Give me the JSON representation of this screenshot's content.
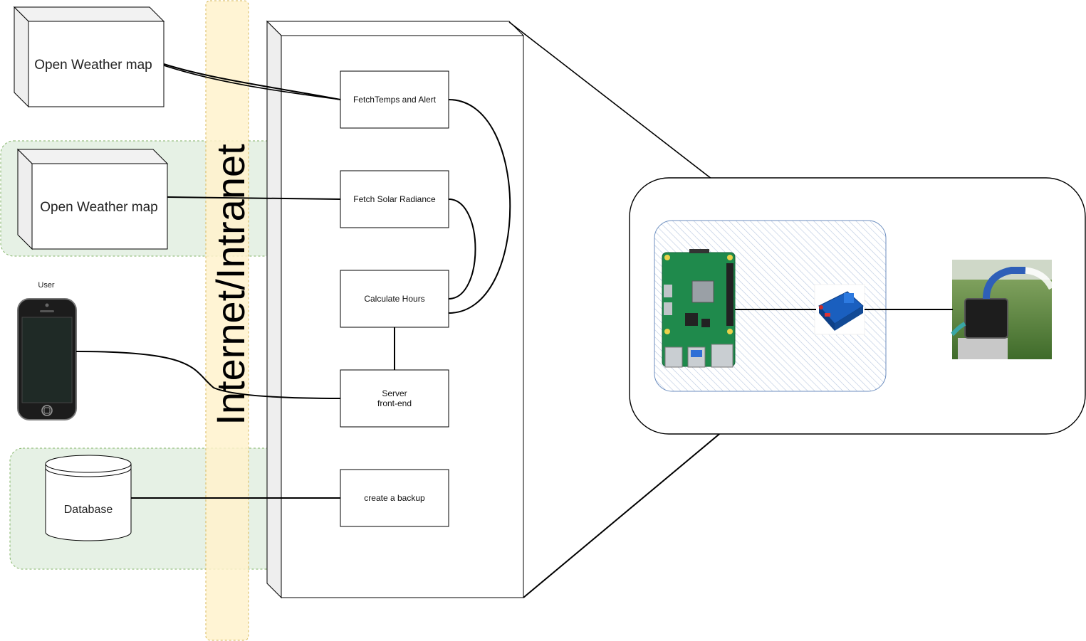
{
  "diagram": {
    "band_label": "Internet/Intranet",
    "user_label": "User",
    "services": {
      "weather_top": "Open Weather map",
      "weather_solar": "Open Weather map"
    },
    "database_label": "Database",
    "server_functions": [
      "FetchTemps and Alert",
      "Fetch Solar Radiance",
      "Calculate Hours",
      [
        "Server",
        "front-end"
      ],
      "create a backup"
    ],
    "hardware": {
      "controller": "raspberry-pi-board",
      "relay": "relay-module",
      "pump": "water-pump-photo"
    }
  },
  "colors": {
    "band_fill": "#fff2cc",
    "band_border": "#d6b656",
    "group_fill": "#d5e8d4",
    "group_border": "#82b366",
    "hardware_fill": "#dae8fc",
    "hardware_border": "#6c8ebf"
  }
}
